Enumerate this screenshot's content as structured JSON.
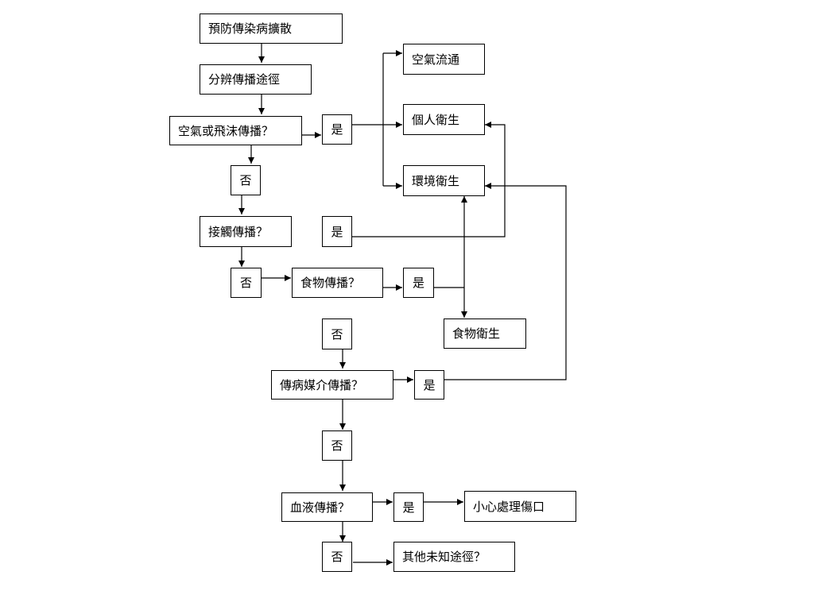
{
  "diagram": {
    "nodes": {
      "prevent": "預防傳染病擴散",
      "identify": "分辨傳播途徑",
      "air_q": "空氣或飛沫傳播？",
      "air_yes": "是",
      "air_no": "否",
      "ventilation": "空氣流通",
      "personal_hygiene": "個人衛生",
      "env_hygiene": "環境衛生",
      "contact_q": "接觸傳播？",
      "contact_yes": "是",
      "contact_no": "否",
      "food_q": "食物傳播？",
      "food_yes": "是",
      "food_hygiene": "食物衛生",
      "food_no": "否",
      "vector_q": "傳病媒介傳播？",
      "vector_yes": "是",
      "vector_no": "否",
      "blood_q": "血液傳播？",
      "blood_yes": "是",
      "wound_care": "小心處理傷口",
      "blood_no": "否",
      "unknown": "其他未知途徑？"
    },
    "colors": {
      "line": "#000000",
      "box_border": "#000000",
      "background": "#ffffff"
    }
  }
}
